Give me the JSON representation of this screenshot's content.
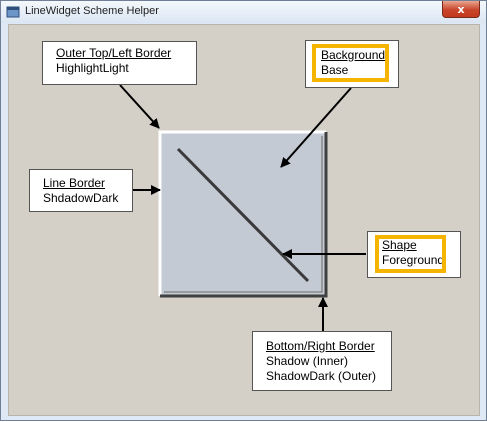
{
  "window": {
    "title": "LineWidget Scheme Helper",
    "close_label": "x"
  },
  "labels": {
    "outer_border": {
      "title": "Outer Top/Left Border",
      "value": "HighlightLight"
    },
    "background": {
      "title": "Background",
      "value": "Base"
    },
    "line_border": {
      "title": "Line Border",
      "value": "ShdadowDark"
    },
    "shape": {
      "title": "Shape",
      "value": "Foreground"
    },
    "bottom_border": {
      "title": "Bottom/Right Border",
      "lines": [
        "Shadow (Inner)",
        "ShadowDark (Outer)"
      ]
    }
  },
  "colors": {
    "client_bg": "#d4d0c8",
    "widget_fill": "#c3cad4",
    "highlight_box": "#f5b400"
  }
}
